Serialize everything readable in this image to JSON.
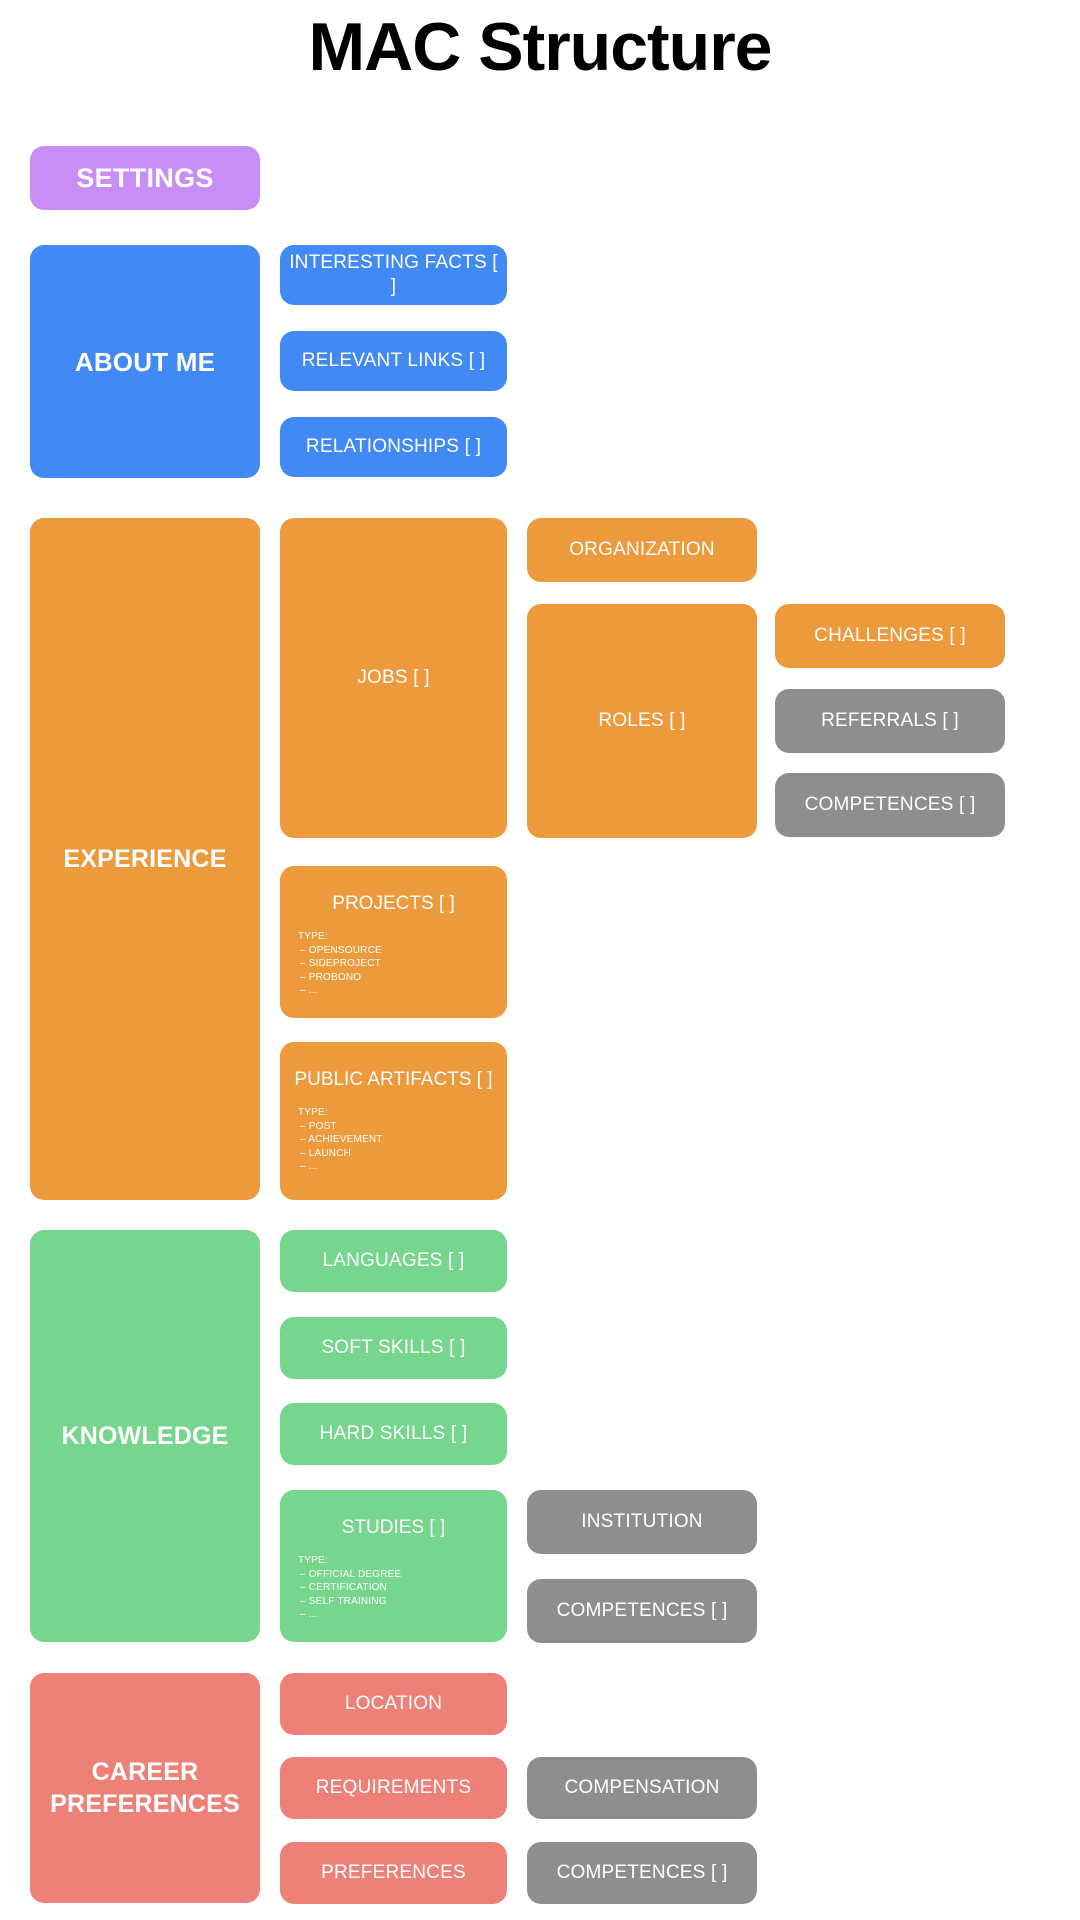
{
  "page": {
    "title": "MAC Structure",
    "background": "#ffffff"
  },
  "colors": {
    "settings": "#c98ef5",
    "about_me": "#4189f5",
    "experience": "#ec9a3c",
    "knowledge": "#76d68d",
    "career_preferences": "#ed8178",
    "neutral": "#8e8e8e",
    "title_text": "#000000",
    "box_text": "#ffffff"
  },
  "sections": {
    "settings": {
      "label": "SETTINGS"
    },
    "about_me": {
      "label": "ABOUT ME",
      "children": [
        {
          "label": "INTERESTING FACTS [ ]"
        },
        {
          "label": "RELEVANT LINKS [ ]"
        },
        {
          "label": "RELATIONSHIPS [ ]"
        }
      ]
    },
    "experience": {
      "label": "EXPERIENCE",
      "jobs": {
        "label": "JOBS [ ]"
      },
      "organization": {
        "label": "ORGANIZATION"
      },
      "roles": {
        "label": "ROLES [ ]"
      },
      "challenges": {
        "label": "CHALLENGES [ ]"
      },
      "referrals": {
        "label": "REFERRALS [ ]"
      },
      "competences": {
        "label": "COMPETENCES [ ]"
      },
      "projects": {
        "label": "PROJECTS [ ]",
        "type_heading": "TYPE:",
        "types": [
          "–  OPENSOURCE",
          "–  SIDEPROJECT",
          "–  PROBONO",
          "–  ..."
        ]
      },
      "public_artifacts": {
        "label": "PUBLIC ARTIFACTS [ ]",
        "type_heading": "TYPE:",
        "types": [
          "–  POST",
          "–  ACHIEVEMENT",
          "–  LAUNCH",
          "–  ..."
        ]
      }
    },
    "knowledge": {
      "label": "KNOWLEDGE",
      "languages": {
        "label": "LANGUAGES [ ]"
      },
      "soft_skills": {
        "label": "SOFT SKILLS [ ]"
      },
      "hard_skills": {
        "label": "HARD SKILLS [ ]"
      },
      "studies": {
        "label": "STUDIES [ ]",
        "type_heading": "TYPE:",
        "types": [
          "–  OFFICIAL DEGREE",
          "–  CERTIFICATION",
          "–  SELF TRAINING",
          "–  ..."
        ]
      },
      "institution": {
        "label": "INSTITUTION"
      },
      "competences": {
        "label": "COMPETENCES [ ]"
      }
    },
    "career_preferences": {
      "label": "CAREER\nPREFERENCES",
      "label_line1": "CAREER",
      "label_line2": "PREFERENCES",
      "location": {
        "label": "LOCATION"
      },
      "requirements": {
        "label": "REQUIREMENTS"
      },
      "preferences": {
        "label": "PREFERENCES"
      },
      "compensation": {
        "label": "COMPENSATION"
      },
      "competences": {
        "label": "COMPETENCES [ ]"
      }
    }
  }
}
